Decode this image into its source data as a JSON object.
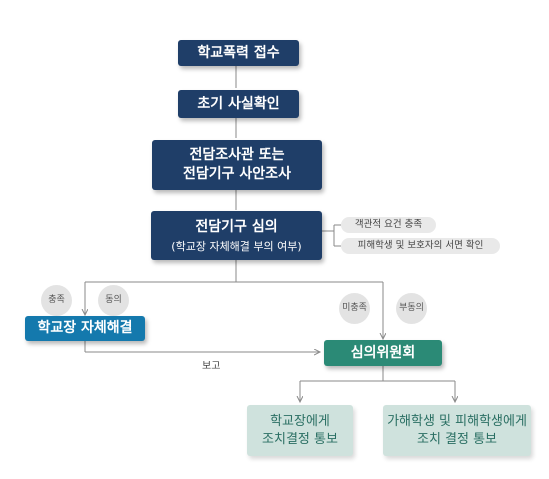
{
  "flow": {
    "report": "학교폭력 접수",
    "initial_check": "초기 사실확인",
    "investigation_line1": "전담조사관 또는",
    "investigation_line2": "전담기구 사안조사",
    "review_title": "전담기구 심의",
    "review_subtitle": "(학교장 자체해결 부의 여부)",
    "criteria": [
      "객관적 요건 충족",
      "피해학생 및 보호자의 서면 확인"
    ],
    "left_conditions": [
      "충족",
      "동의"
    ],
    "right_conditions": [
      "미충족",
      "부동의"
    ],
    "self_resolution": "학교장 자체해결",
    "report_label": "보고",
    "committee": "심의위원회",
    "notice_school_line1": "학교장에게",
    "notice_school_line2": "조치결정 통보",
    "notice_students_line1": "가해학생 및 피해학생에게",
    "notice_students_line2": "조치 결정 통보"
  },
  "colors": {
    "navy": "#1f3e68",
    "blue": "#1479ad",
    "green": "#2b8a76",
    "pale_green": "#cfe2dd",
    "pill_gray": "#e9e9e9"
  }
}
